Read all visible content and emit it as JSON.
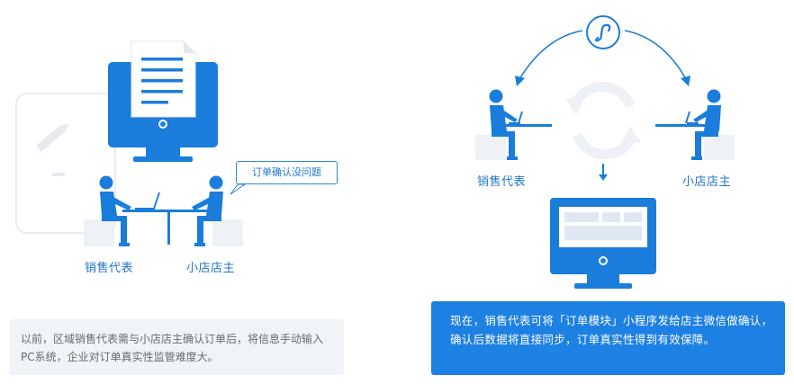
{
  "left_scene": {
    "sales_rep_label": "销售代表",
    "store_owner_label": "小店店主",
    "speech_bubble": "订单确认没问题",
    "caption": "以前，区域销售代表需与小店店主确认订单后，将信息手动输入PC系统，企业对订单真实性监管难度大。"
  },
  "right_scene": {
    "sales_rep_label": "销售代表",
    "store_owner_label": "小店店主",
    "mini_program_icon": "link-icon",
    "sync_icon": "refresh-icon",
    "caption": "现在，销售代表可将「订单模块」小程序发给店主微信做确认，确认后数据将直接同步，订单真实性得到有效保障。"
  },
  "colors": {
    "primary": "#1d80e3",
    "figure": "#1a7ddb",
    "panel": "#f0f3f8",
    "seat": "#eef1f5"
  }
}
